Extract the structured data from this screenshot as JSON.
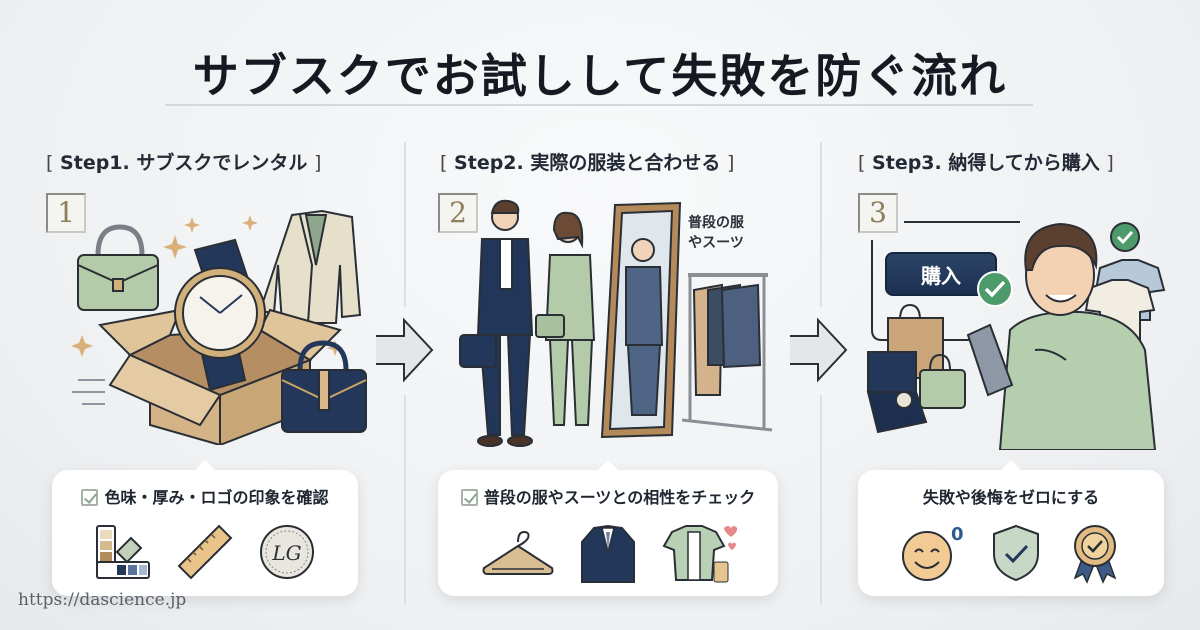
{
  "title": "サブスクでお試しして失敗を防ぐ流れ",
  "steps": [
    {
      "number": "1",
      "heading": "Step1. サブスクでレンタル",
      "bracket_open": "[",
      "bracket_close": "]",
      "illustration": [
        "green-handbag",
        "wristwatch",
        "open-cardboard-box",
        "beige-blazer",
        "navy-handbag",
        "sparkles"
      ],
      "card": {
        "label": "色味・厚み・ロゴの印象を確認",
        "checkbox": true,
        "icons": [
          "color-swatch-icon",
          "ruler-icon",
          "logo-emblem-icon"
        ],
        "logo_text": "LG"
      }
    },
    {
      "number": "2",
      "heading": "Step2. 実際の服装と合わせる",
      "bracket_open": "[",
      "bracket_close": "]",
      "illustration": [
        "man-in-navy-suit",
        "woman-in-green-suit",
        "standing-mirror",
        "clothes-rack"
      ],
      "rack_label_line1": "普段の服",
      "rack_label_line2": "やスーツ",
      "card": {
        "label": "普段の服やスーツとの相性をチェック",
        "checkbox": true,
        "icons": [
          "hanger-icon",
          "suit-jacket-icon",
          "casual-shirt-icon"
        ]
      }
    },
    {
      "number": "3",
      "heading": "Step3. 納得してから購入",
      "bracket_open": "[",
      "bracket_close": "]",
      "illustration": [
        "purchase-button",
        "check-badge",
        "shopping-bag",
        "watch-box",
        "man-with-tablet",
        "t-shirts"
      ],
      "buy_button_label": "購入",
      "card": {
        "label": "失敗や後悔をゼロにする",
        "checkbox": false,
        "icons": [
          "smile-face-icon",
          "shield-check-icon",
          "award-ribbon-icon"
        ],
        "smile_badge": "0"
      }
    }
  ],
  "colors": {
    "navy": "#1f3556",
    "sage_green": "#a9c4a2",
    "tan": "#d9b88a",
    "gold": "#c9a467",
    "check_green": "#4d9a6a",
    "background": "#eef0f2"
  },
  "footer_url": "https://dascience.jp"
}
